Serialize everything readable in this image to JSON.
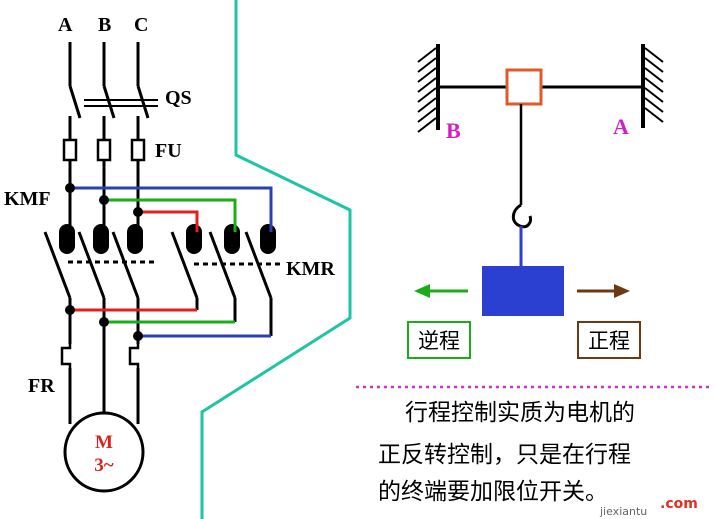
{
  "circuit": {
    "phase_labels": [
      "A",
      "B",
      "C"
    ],
    "switch_label": "QS",
    "fuse_label": "FU",
    "forward_contactor_label": "KMF",
    "reverse_contactor_label": "KMR",
    "overload_label": "FR",
    "motor_label": "M",
    "motor_phase_label": "3~"
  },
  "mechanism": {
    "left_wall_label": "B",
    "right_wall_label": "A",
    "reverse_label": "逆程",
    "forward_label": "正程"
  },
  "description": {
    "line1": "行程控制实质为电机的",
    "line2": "正反转控制，只是在行程",
    "line3": "的终端要加限位开关。"
  },
  "watermark": {
    "text": "jiexiantu",
    "logo": ".com"
  },
  "colors": {
    "divider": "#1fc4a4",
    "wire_red": "#e0201c",
    "wire_green": "#1aad19",
    "wire_blue": "#2b3fb0",
    "motor_circle": "#e0201c",
    "block": "#2b3fd0",
    "arrow_reverse": "#1aad19",
    "arrow_forward": "#6b3a12",
    "slider": "#e05a2a",
    "dotted_rule": "#cc33cc"
  }
}
